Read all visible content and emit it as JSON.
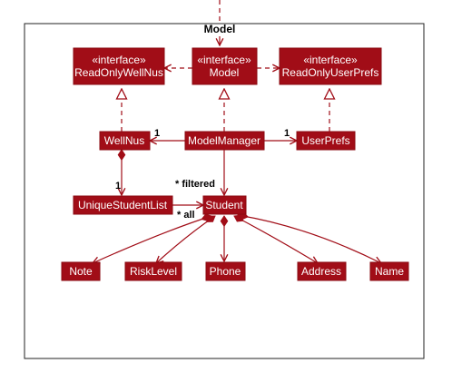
{
  "package": {
    "title": "Model"
  },
  "nodes": {
    "read_only_wellnus": {
      "stereotype": "«interface»",
      "name": "ReadOnlyWellNus"
    },
    "model": {
      "stereotype": "«interface»",
      "name": "Model"
    },
    "read_only_user_prefs": {
      "stereotype": "«interface»",
      "name": "ReadOnlyUserPrefs"
    },
    "wellnus": {
      "name": "WellNus"
    },
    "model_manager": {
      "name": "ModelManager"
    },
    "user_prefs": {
      "name": "UserPrefs"
    },
    "unique_student_list": {
      "name": "UniqueStudentList"
    },
    "student": {
      "name": "Student"
    },
    "note": {
      "name": "Note"
    },
    "risk_level": {
      "name": "RiskLevel"
    },
    "phone": {
      "name": "Phone"
    },
    "address": {
      "name": "Address"
    },
    "name": {
      "name": "Name"
    }
  },
  "labels": {
    "mm_wellnus": "1",
    "mm_userprefs": "1",
    "wellnus_list": "1",
    "filtered": "* filtered",
    "all": "* all"
  },
  "colors": {
    "node_fill": "#a10d17",
    "node_text": "#ffffff",
    "frame_border": "#222222"
  }
}
